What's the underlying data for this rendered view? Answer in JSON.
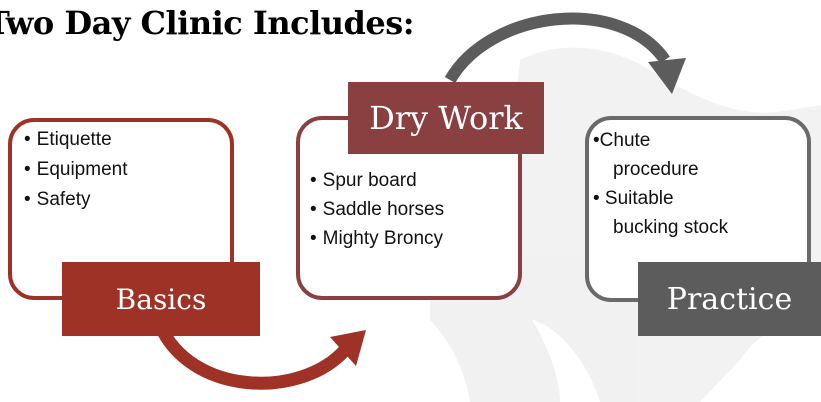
{
  "title": "Two Day Clinic Includes:",
  "colors": {
    "basics": "#9e3226",
    "dry_work": "#8a4040",
    "practice": "#5c5c5c"
  },
  "steps": [
    {
      "label": "Basics",
      "items": [
        "Etiquette",
        "Equipment",
        "Safety"
      ]
    },
    {
      "label": "Dry Work",
      "items": [
        "Spur board",
        "Saddle horses",
        "Mighty Broncy"
      ]
    },
    {
      "label": "Practice",
      "lines": [
        "•Chute",
        "procedure",
        "• Suitable",
        "bucking stock"
      ]
    }
  ]
}
